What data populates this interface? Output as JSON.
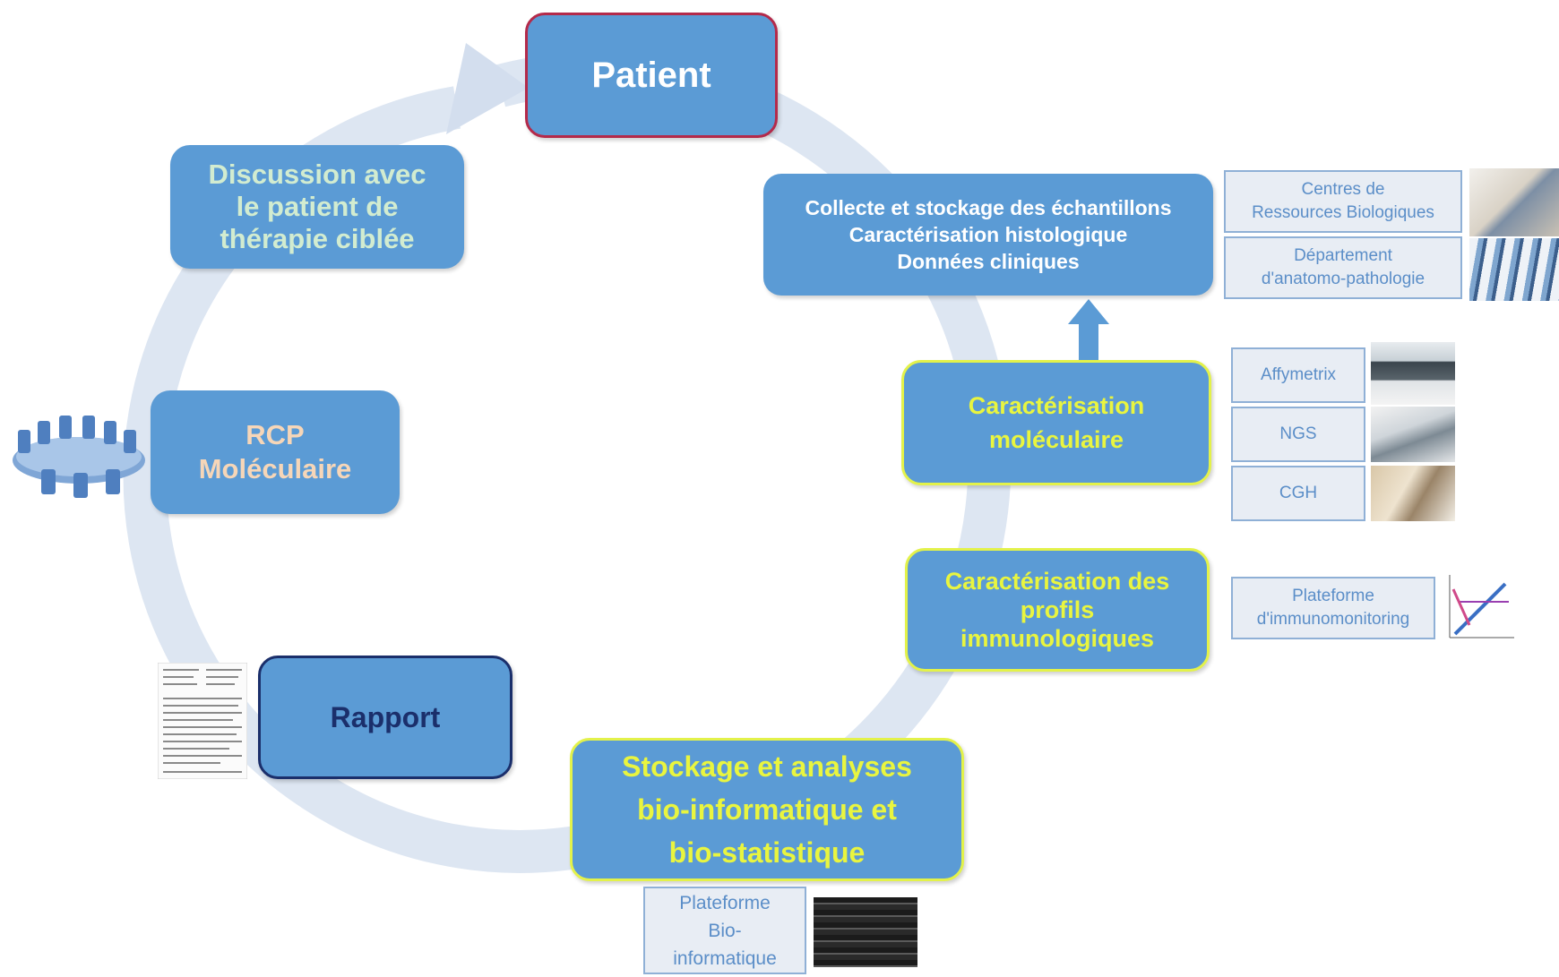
{
  "nodes": {
    "patient": "Patient",
    "collecte": [
      "Collecte et stockage des échantillons",
      "Caractérisation  histologique",
      "Données cliniques"
    ],
    "moleculaire": [
      "Caractérisation",
      "moléculaire"
    ],
    "immuno": [
      "Caractérisation des",
      "profils",
      "immunologiques"
    ],
    "stockage": [
      "Stockage et analyses",
      "bio-informatique et",
      "bio-statistique"
    ],
    "rapport": "Rapport",
    "rcp": [
      "RCP",
      "Moléculaire"
    ],
    "discussion": [
      "Discussion avec",
      "le patient de",
      "thérapie ciblée"
    ]
  },
  "platforms": {
    "crb": [
      "Centres de",
      "Ressources Biologiques"
    ],
    "anapath": [
      "Département",
      "d'anatomo-pathologie"
    ],
    "affymetrix": "Affymetrix",
    "ngs": "NGS",
    "cgh": "CGH",
    "immunomonitoring": [
      "Plateforme",
      "d'immunomonitoring"
    ],
    "bioinfo": [
      "Plateforme",
      "Bio-",
      "informatique"
    ]
  },
  "colors": {
    "node_fill": "#5b9bd5",
    "yellow_text": "#e9f53f",
    "glow_border": "#e3f24a",
    "rapport_text": "#1b2f6b",
    "peach_text": "#f6d6b8",
    "light_green_text": "#d2ecd0",
    "ring": "#dbe5f2",
    "platform_text": "#5b8ec8"
  }
}
